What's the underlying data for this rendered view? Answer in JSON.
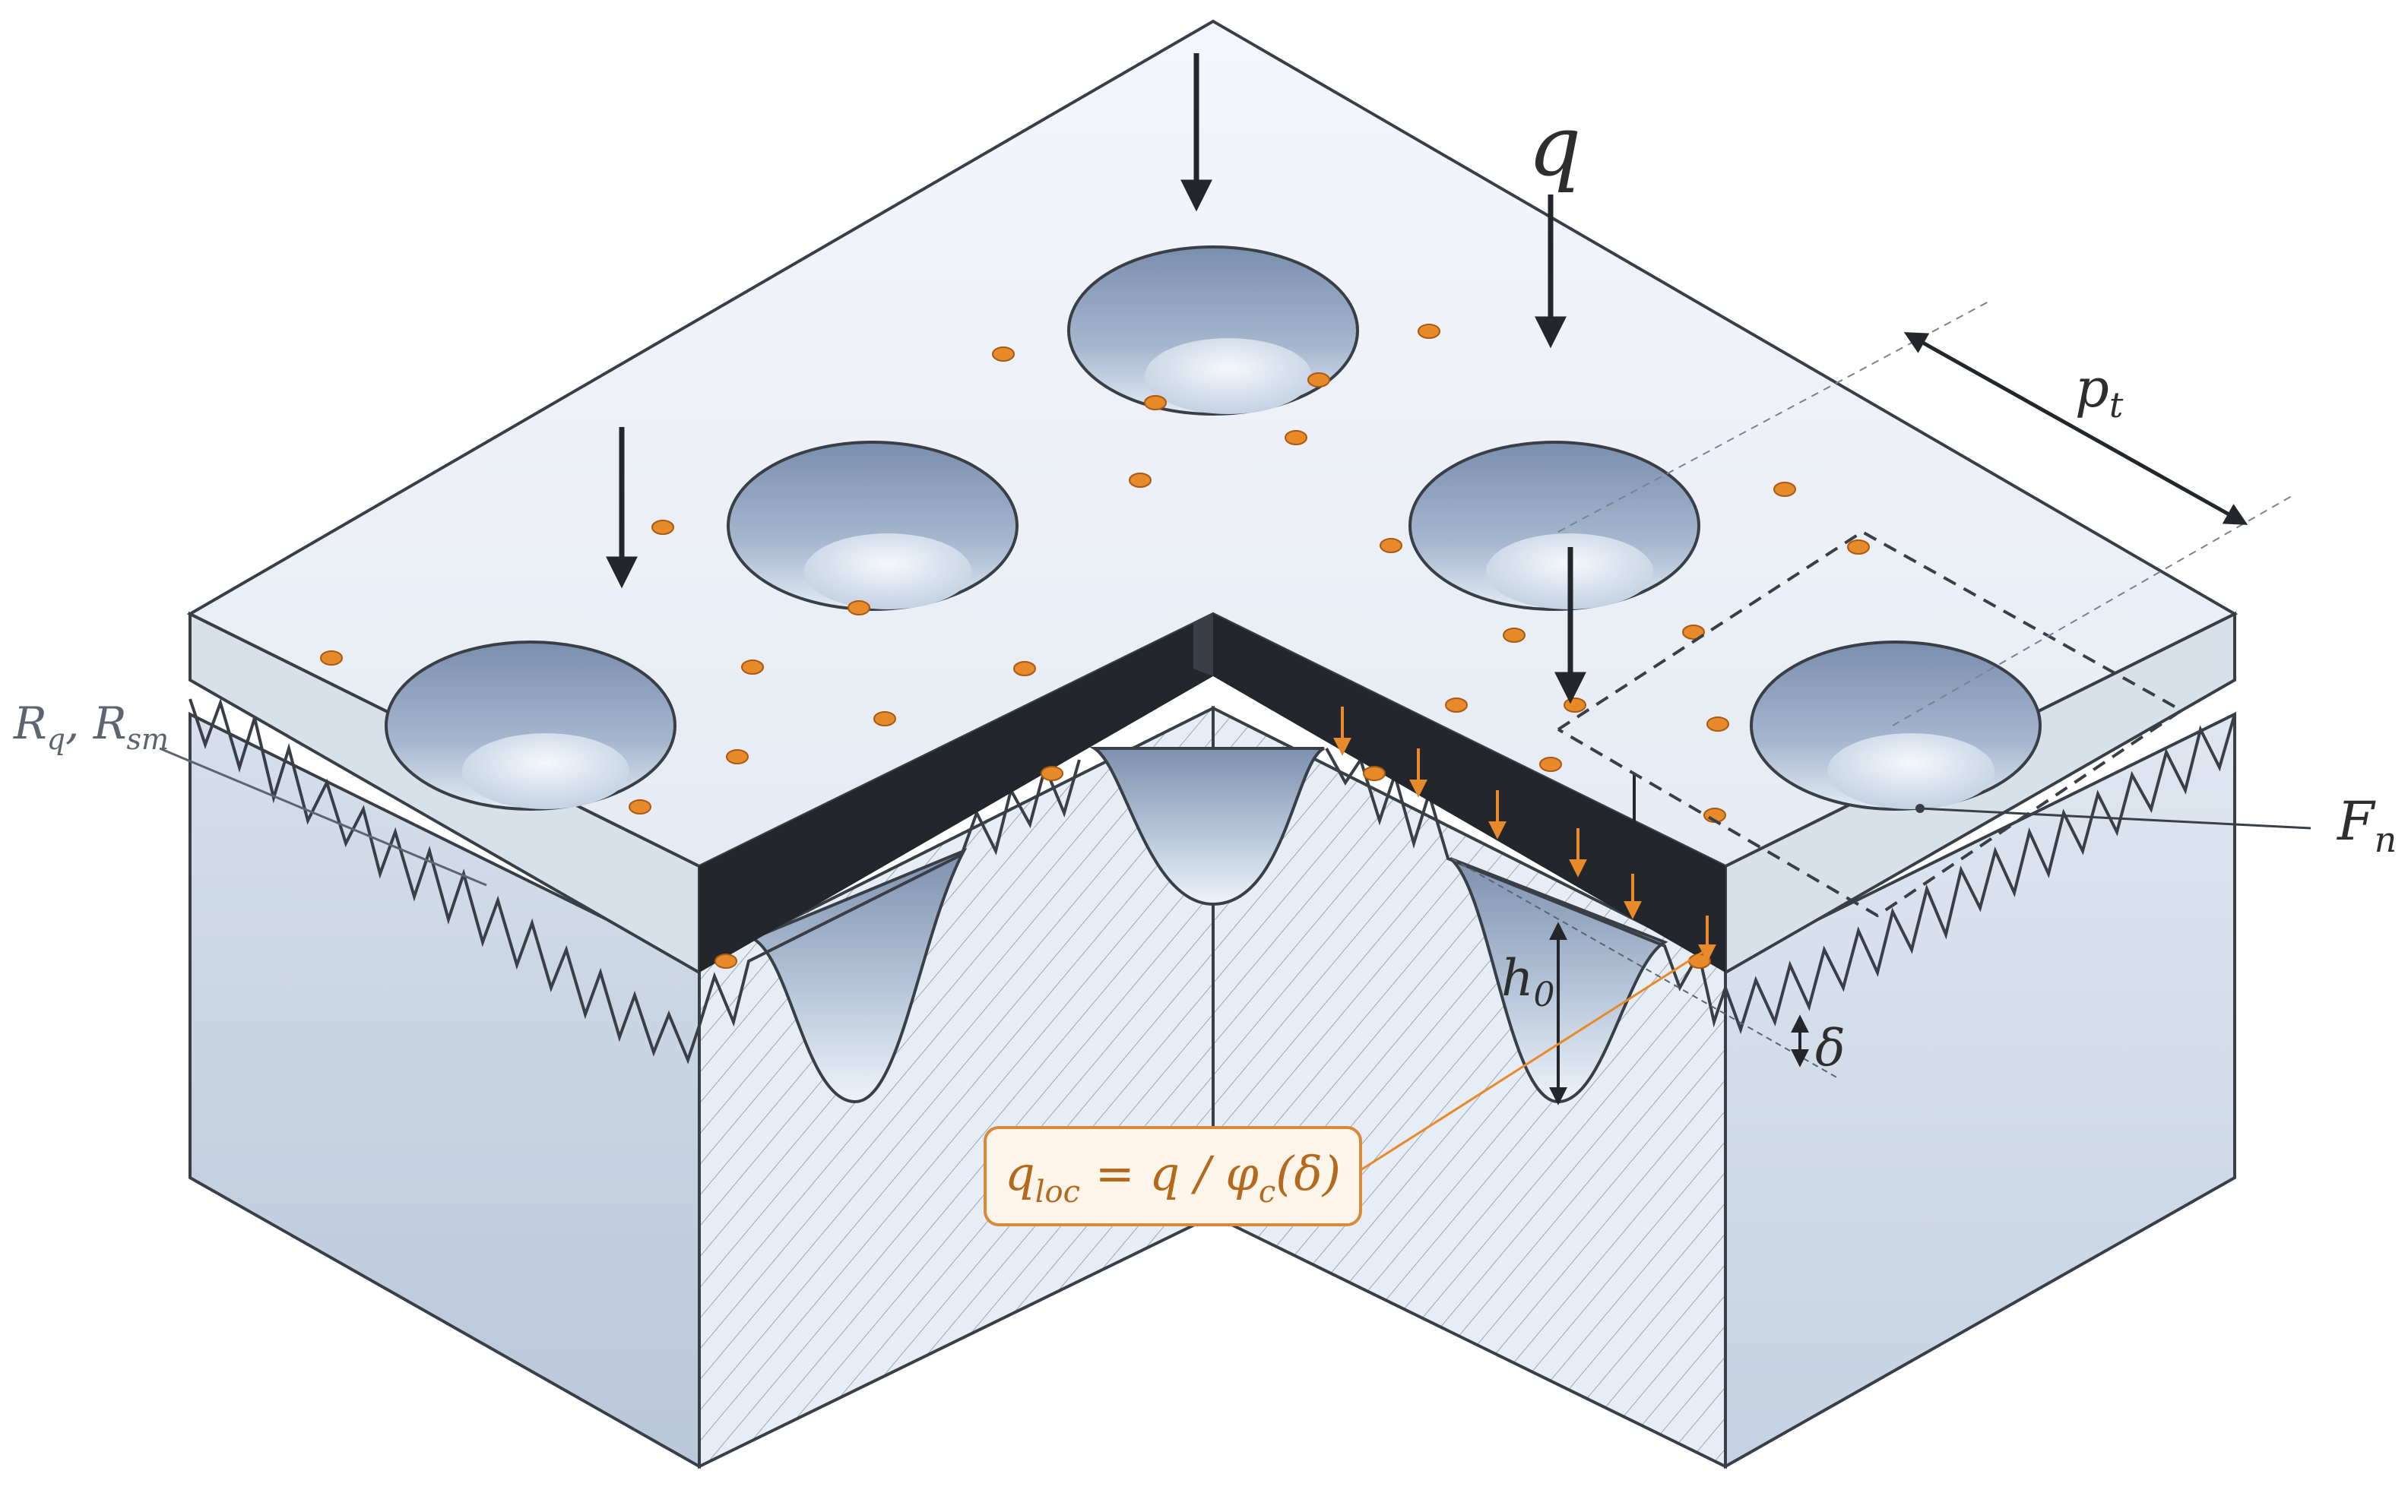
{
  "labels": {
    "q": "q",
    "p_t": {
      "main": "p",
      "sub": "t"
    },
    "F_n": {
      "main": "F",
      "sub": "n"
    },
    "R_q_R_sm": {
      "r1": "R",
      "s1": "q",
      "sep": ", ",
      "r2": "R",
      "s2": "sm"
    },
    "h_0": {
      "main": "h",
      "sub": "0"
    },
    "delta": "δ",
    "formula": {
      "q": "q",
      "loc": "loc",
      "middle": " = q / ",
      "phi": "φ",
      "c": "c",
      "end": "(δ)"
    }
  },
  "colors": {
    "surface_top": "#eef2f8",
    "layer_side": "#d8e0ea",
    "block_side": "#c7d3e2",
    "cutaway_edge": "#23262b",
    "outline": "#3a3f47",
    "particle": "#e8892a",
    "formula_border": "#d9893a",
    "formula_fill": "#fdf4ea"
  },
  "icons": {
    "load_arrow": "down-arrow-icon",
    "dimension_arrow": "double-headed-arrow-icon"
  }
}
